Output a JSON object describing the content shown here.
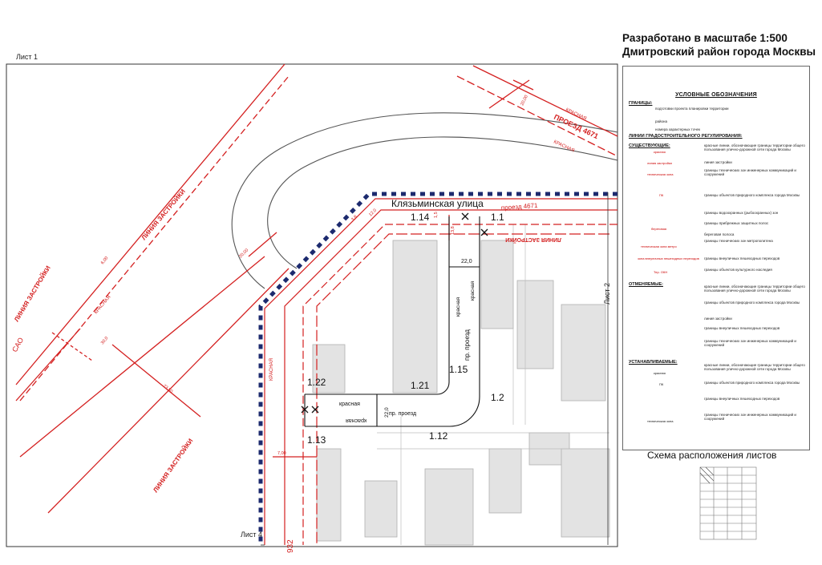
{
  "header": {
    "scale_line": "Разработано в масштабе 1:500",
    "district_line": "Дмитровский район города Москвы"
  },
  "sheets": {
    "sheet1": "Лист 1",
    "sheet2": "Лист 2",
    "sheet4": "Лист 4"
  },
  "map": {
    "street_main": "Клязьминская улица",
    "proezd_top": "ПРОЕЗД 4671",
    "proezd_mid": "проезд 4671",
    "line_zastroyki_left": "ЛИНИЯ ЗАСТРОЙКИ",
    "line_zastroyki_upper": "ЛИНИЯ ЗАСТРОЙКИ",
    "line_zastroyki_lower": "ЛИНИЯ ЗАСТРОЙКИ",
    "line_zastroyki_right": "ЛИНИЯ ЗАСТРОЙКИ",
    "krasnaya": "КРАСНАЯ",
    "krasnaya_lower": "красная",
    "sao": "САО",
    "pr_proezd": "пр. проезд",
    "dim_22": "22,0",
    "road_932": "932",
    "dim_labels": [
      "20,00",
      "6,00",
      "30,0",
      "73,50",
      "7,00",
      "12,0",
      "13,8",
      "20,00",
      "1,5",
      "3,8"
    ],
    "points": [
      "1.1",
      "1.2",
      "1.12",
      "1.13",
      "1.14",
      "1.15",
      "1.21",
      "1.22"
    ]
  },
  "legend": {
    "title": "УСЛОВНЫЕ ОБОЗНАЧЕНИЯ",
    "section_boundaries": "ГРАНИЦЫ:",
    "section_lines": "ЛИНИИ ГРАДОСТРОИТЕЛЬНОГО РЕГУЛИРОВАНИЯ:",
    "section_existing": "СУЩЕСТВУЮЩИЕ:",
    "section_cancelled": "ОТМЕНЯЕМЫЕ:",
    "section_established": "УСТАНАВЛИВАЕМЫЕ:",
    "items": [
      "подготовки проекта планировки территории",
      "района",
      "номера характерных точек",
      "красные линии, обозначающие границы территории общего пользования улично-дорожной сети города Москвы",
      "линия застройки",
      "границы технических зон инженерных коммуникаций и сооружений",
      "границы объектов природного комплекса города Москвы",
      "границы водоохранных (рыбоохранных) зон",
      "границы прибрежных защитных полос",
      "береговая полоса",
      "границы технических зон метрополитена",
      "границы внеуличных пешеходных переходов",
      "границы объектов культурного наследия",
      "красные линии, обозначающие границы территории общего пользования улично-дорожной сети города Москвы",
      "границы объектов природного комплекса города Москвы",
      "линия застройки",
      "границы внеуличных пешеходных переходов",
      "границы технических зон инженерных коммуникаций и сооружений",
      "красные линии, обозначающие границы территории общего пользования улично-дорожной сети города Москвы",
      "границы объектов природного комплекса города Москвы",
      "границы внеуличных пешеходных переходов",
      "границы технических зон инженерных коммуникаций и сооружений"
    ],
    "inner_labels": {
      "krasnaya": "красная",
      "line_zastroyki": "линия застройки",
      "tech_zone": "техническая зона",
      "pk": "ПК",
      "beregovaya": "береговая",
      "metro": "техническая зона метро",
      "zona_pereh": "зона внеуличных пешеходных переходов",
      "okn": "Тер. ОКН"
    }
  },
  "scheme": {
    "title": "Схема расположения листов"
  },
  "colors": {
    "red_line": "#d42020",
    "boundary": "#1c2a6e",
    "building": "#b8b8b8",
    "road_gray": "#c8c8c8"
  }
}
